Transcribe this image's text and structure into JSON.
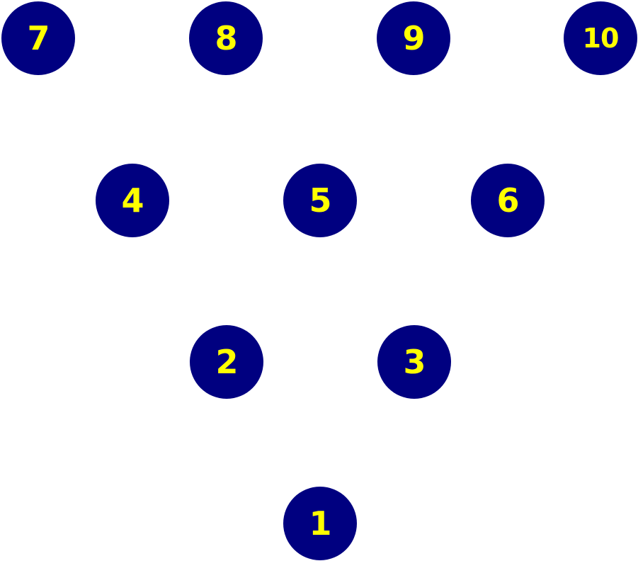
{
  "colors": {
    "background": "#ffffff",
    "pin_fill": "#000080",
    "pin_label": "#ffff00"
  },
  "pins": {
    "p1": "1",
    "p2": "2",
    "p3": "3",
    "p4": "4",
    "p5": "5",
    "p6": "6",
    "p7": "7",
    "p8": "8",
    "p9": "9",
    "p10": "10"
  }
}
